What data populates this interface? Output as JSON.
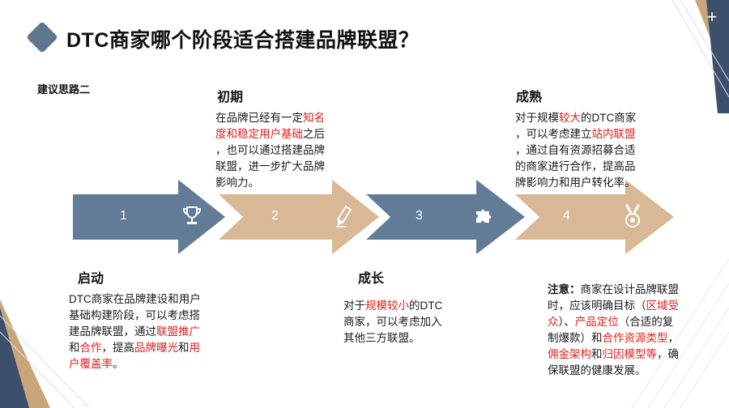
{
  "title": "DTC商家哪个阶段适合搭建品牌联盟？",
  "subtitle": "建议思路二",
  "colors": {
    "blue": "#627b96",
    "tan": "#d8b895",
    "red": "#e0201f",
    "deco_navy": "#3c4f6b",
    "deco_tan": "#c9a679"
  },
  "arrows": [
    {
      "number": "1",
      "icon": "trophy-icon"
    },
    {
      "number": "2",
      "icon": "pencil-icon"
    },
    {
      "number": "3",
      "icon": "puzzle-icon"
    },
    {
      "number": "4",
      "icon": "medal-icon"
    }
  ],
  "stages": {
    "early": {
      "heading": "初期",
      "l1_a": "在品牌已经有一定",
      "l1_b": "知名",
      "l2_a": "度和稳定用户基础",
      "l2_b": "之后",
      "l3": "，也可以通过搭建品牌",
      "l4": "联盟，进一步扩大品牌",
      "l5": "影响力。"
    },
    "mature": {
      "heading": "成熟",
      "l1_a": "对于规模",
      "l1_b": "较大",
      "l1_c": "的DTC商家",
      "l2_a": "，可以考虑建立",
      "l2_b": "站内联盟",
      "l3": "，通过自有资源招募合适",
      "l4": "的商家进行合作，提高品",
      "l5": "牌影响力和用户转化率。"
    },
    "start": {
      "heading": "启动",
      "l1": "DTC商家在品牌建设和用户",
      "l2": "基础构建阶段，可以考虑搭",
      "l3_a": "建品牌联盟，通过",
      "l3_b": "联盟推广",
      "l4_a": "和",
      "l4_b": "合作",
      "l4_c": "，提高",
      "l4_d": "品牌曝光",
      "l4_e": "和",
      "l4_f": "用",
      "l5_a": "户覆盖率",
      "l5_b": "。"
    },
    "growth": {
      "heading": "成长",
      "l1_a": "对于",
      "l1_b": "规模较小",
      "l1_c": "的DTC",
      "l2": "商家，可以考虑加入",
      "l3": "其他三方联盟。"
    }
  },
  "note": {
    "label": "注意：",
    "l1": "商家在设计品牌联盟",
    "l2_a": "时，应该明确目标（",
    "l2_b": "区域受",
    "l3_a": "众",
    "l3_b": "）、",
    "l3_c": "产品定位",
    "l3_d": "（合适的复",
    "l4_a": "制爆款）和",
    "l4_b": "合作资源类型",
    "l4_c": "，",
    "l5_a": "佣金架构",
    "l5_b": "和",
    "l5_c": "归因模型等",
    "l5_d": "，确",
    "l6": "保联盟的健康发展。"
  }
}
